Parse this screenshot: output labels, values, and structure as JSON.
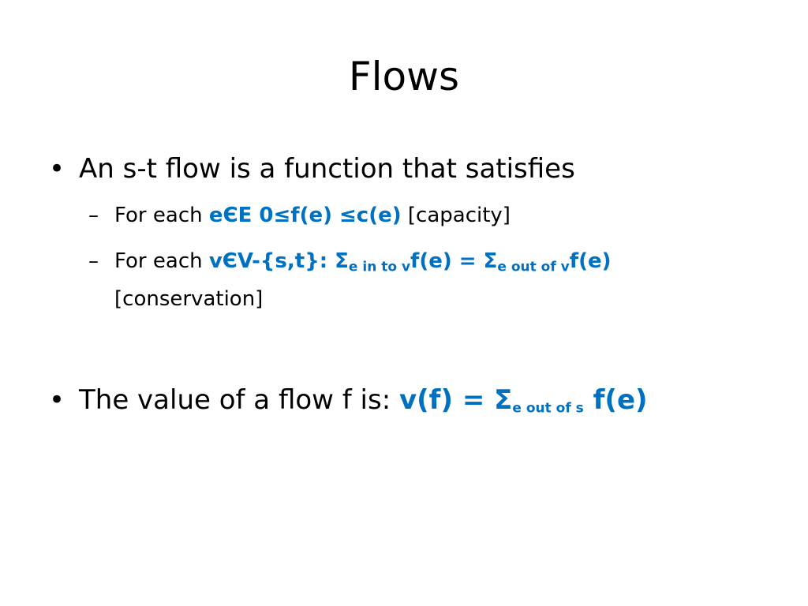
{
  "slide": {
    "title": "Flows",
    "bullet_1": {
      "marker": "•",
      "text": "An s-t flow is a function that satisfies"
    },
    "sub_1": {
      "marker": "–",
      "prefix": "For each ",
      "expr": "eЄE 0≤f(e) ≤c(e)",
      "suffix": " [capacity]"
    },
    "sub_2": {
      "marker": "–",
      "prefix": "For each ",
      "expr_a": "vЄV-{s,t}: Σ",
      "sub_a": "e in to v",
      "expr_b": "f(e) = Σ",
      "sub_b": "e out of v",
      "expr_c": "f(e)",
      "continuation": "[conservation]"
    },
    "bullet_2": {
      "marker": "•",
      "prefix": "The value of a flow f is: ",
      "expr_a": "v(f) = Σ",
      "sub_a": "e out of s",
      "expr_b": " f(e)"
    },
    "colors": {
      "highlight": "#0070C0",
      "text": "#000000",
      "background": "#FFFFFF"
    }
  }
}
